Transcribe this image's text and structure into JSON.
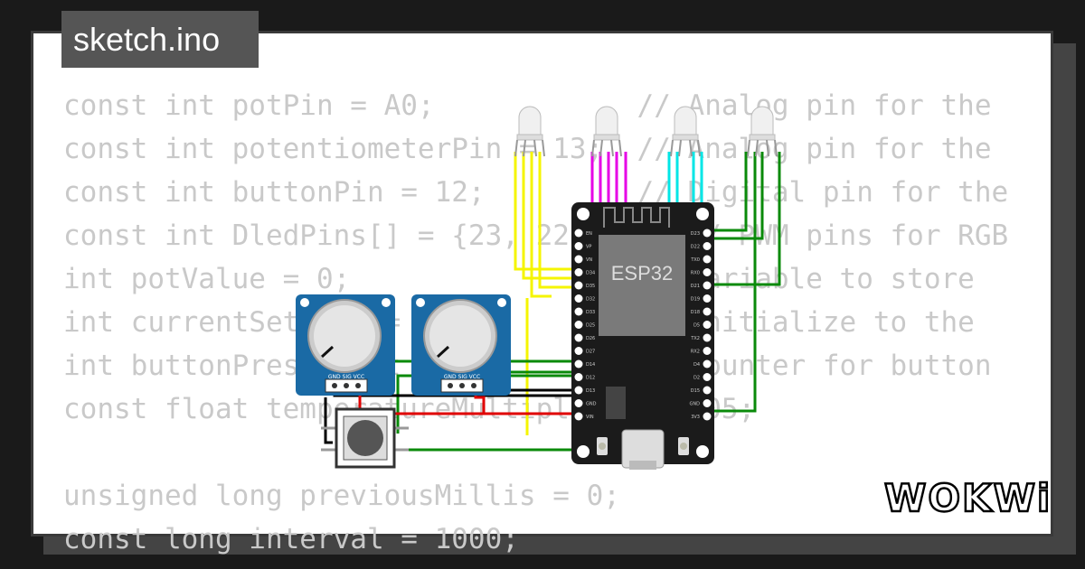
{
  "tab": {
    "filename": "sketch.ino"
  },
  "code_lines": [
    "const int potPin = A0;            // Analog pin for the",
    "const int potentiometerPin = 13;  // Analog pin for the",
    "const int buttonPin = 12;         // Digital pin for the",
    "const int DledPins[] = {23, 22, 21}; // PWM pins for RGB",
    "int potValue = 0;                 // Variable to store",
    "int currentSetting = 0;           // Initialize to the",
    "int buttonPressCount = 0;         // Counter for button",
    "const float temperatureMultiplier = 0.05;",
    "",
    "unsigned long previousMillis = 0;",
    "const long interval = 1000;"
  ],
  "board": {
    "label": "ESP32",
    "left_pins": [
      "EN",
      "VP",
      "VN",
      "D34",
      "D35",
      "D32",
      "D33",
      "D25",
      "D26",
      "D27",
      "D14",
      "D12",
      "D13",
      "GND",
      "VIN"
    ],
    "right_pins": [
      "D23",
      "D22",
      "TX0",
      "RX0",
      "D21",
      "D19",
      "D18",
      "D5",
      "TX2",
      "RX2",
      "D4",
      "D2",
      "D15",
      "GND",
      "3V3"
    ]
  },
  "pot_labels": [
    "GND",
    "SIG",
    "VCC"
  ],
  "logo": {
    "text": "WOKWi"
  },
  "colors": {
    "yellow": "#f5f500",
    "magenta": "#e600e6",
    "cyan": "#00e6e6",
    "green": "#0a8a0a",
    "red": "#e00000",
    "black": "#000000",
    "board": "#1b1b1b",
    "pot": "#1a6aa5"
  },
  "icons": [
    "esp32-board-icon",
    "rgb-led-icon",
    "potentiometer-icon",
    "pushbutton-icon"
  ]
}
